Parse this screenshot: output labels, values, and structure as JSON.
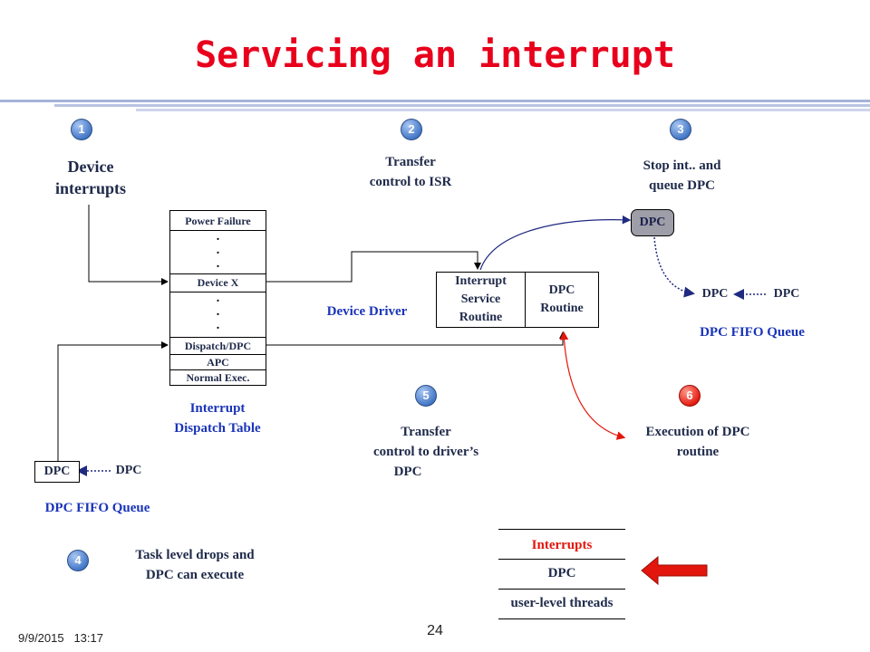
{
  "title": "Servicing an interrupt",
  "steps": {
    "s1": {
      "num": "1",
      "line1": "Device",
      "line2": "interrupts"
    },
    "s2": {
      "num": "2",
      "line1": "Transfer",
      "line2": "control to ISR"
    },
    "s3": {
      "num": "3",
      "line1": "Stop int.. and",
      "line2": "queue DPC"
    },
    "s4": {
      "num": "4",
      "line1": "Task level drops and",
      "line2": "DPC can execute"
    },
    "s5": {
      "num": "5",
      "line1": "Transfer",
      "line2": "control to driver’s",
      "line3": "DPC"
    },
    "s6": {
      "num": "6",
      "line1": "Execution of DPC",
      "line2": "routine"
    }
  },
  "idt": {
    "rows": [
      "Power Failure",
      "Device X",
      "Dispatch/DPC",
      "APC",
      "Normal Exec."
    ],
    "dots": ".",
    "caption_line1": "Interrupt",
    "caption_line2": "Dispatch Table"
  },
  "driver": {
    "label": "Device Driver",
    "isr_line1": "Interrupt",
    "isr_line2": "Service",
    "isr_line3": "Routine",
    "dpc_line1": "DPC",
    "dpc_line2": "Routine"
  },
  "queues": {
    "dpc_label": "DPC",
    "right_caption": "DPC FIFO Queue",
    "left_caption": "DPC FIFO Queue"
  },
  "legend": {
    "levels": [
      "Interrupts",
      "DPC",
      "user-level threads"
    ]
  },
  "footer": {
    "date": "9/9/2015",
    "time": "13:17",
    "page": "24"
  },
  "colors": {
    "title": "#e8001c",
    "text": "#1f2a4a",
    "accent_blue": "#1a34b8",
    "arrow_red": "#e2160c",
    "dpc_active": "#9e9ea8"
  }
}
